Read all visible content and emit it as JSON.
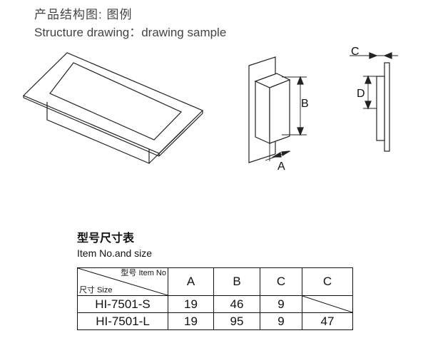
{
  "header": {
    "title_cn": "产品结构图: 图例",
    "title_en": "Structure drawing：drawing sample"
  },
  "drawing": {
    "label_a": "A",
    "label_b": "B",
    "label_c": "C",
    "label_d": "D"
  },
  "table_section": {
    "title_cn": "型号尺寸表",
    "title_en": "Item No.and size"
  },
  "table": {
    "corner_top": "型号 Item No",
    "corner_bottom": "尺寸 Size",
    "headers": [
      "A",
      "B",
      "C",
      "C"
    ],
    "rows": [
      {
        "item": "HI-7501-S",
        "a": "19",
        "b": "46",
        "c1": "9",
        "c2": ""
      },
      {
        "item": "HI-7501-L",
        "a": "19",
        "b": "95",
        "c1": "9",
        "c2": "47"
      }
    ]
  }
}
